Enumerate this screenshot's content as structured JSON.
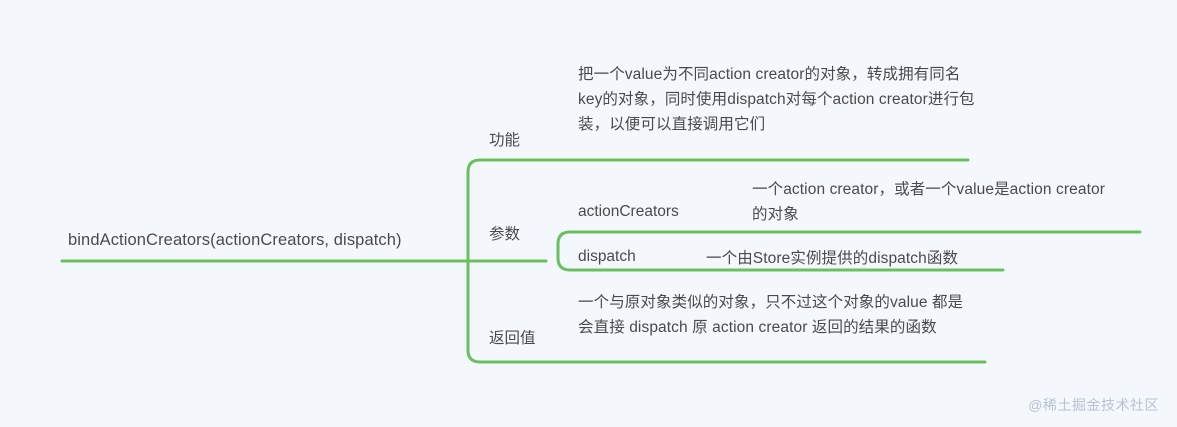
{
  "diagram": {
    "type": "mindmap",
    "title": "bindActionCreators mind map",
    "accent_color": "#6ABF5E",
    "background_color": "#F4F8FD",
    "text_color": "#4A4A4A",
    "root": {
      "label": "bindActionCreators(actionCreators, dispatch)"
    },
    "branches": [
      {
        "label": "功能",
        "description": "把一个value为不同action creator的对象，转成拥有同名key的对象，同时使用dispatch对每个action creator进行包装，以便可以直接调用它们"
      },
      {
        "label": "参数",
        "children": [
          {
            "label": "actionCreators",
            "description": "一个action creator，或者一个value是action creator的对象"
          },
          {
            "label": "dispatch",
            "description": "一个由Store实例提供的dispatch函数"
          }
        ]
      },
      {
        "label": "返回值",
        "description": "一个与原对象类似的对象，只不过这个对象的value 都是会直接 dispatch 原 action creator 返回的结果的函数"
      }
    ]
  },
  "watermark": {
    "text": "@稀土掘金技术社区"
  }
}
